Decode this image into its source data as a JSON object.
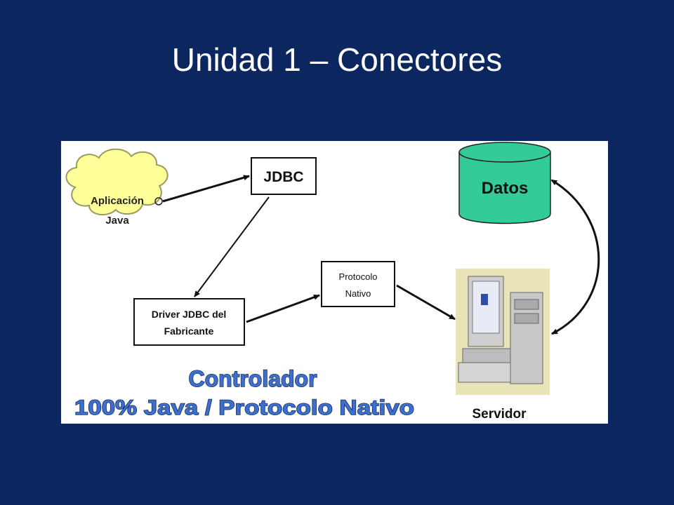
{
  "slide": {
    "title": "Unidad 1 – Conectores"
  },
  "diagram": {
    "app_line1": "Aplicación",
    "app_line2": "Java",
    "jdbc": "JDBC",
    "driver_line1": "Driver JDBC del",
    "driver_line2": "Fabricante",
    "protocol_line1": "Protocolo",
    "protocol_line2": "Nativo",
    "database": "Datos",
    "server": "Servidor",
    "caption_line1": "Controlador",
    "caption_line2": "100% Java / Protocolo Nativo"
  },
  "colors": {
    "background": "#0c2660",
    "cloud": "#ffff99",
    "database": "#33cc99",
    "caption_fill": "#3b6fd1",
    "server_bg": "#e9e3b8"
  }
}
